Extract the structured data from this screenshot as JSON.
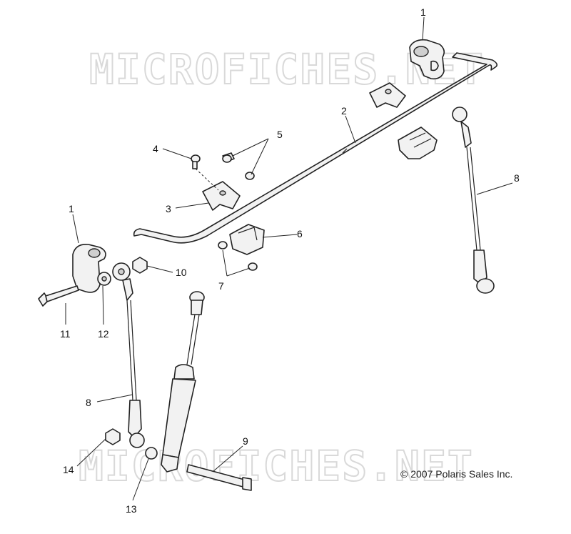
{
  "watermark_text": "MICROFICHES.NET",
  "copyright": "© 2007 Polaris Sales Inc.",
  "callouts": {
    "c1_top": "1",
    "c1_left": "1",
    "c2": "2",
    "c3": "3",
    "c4": "4",
    "c5": "5",
    "c6": "6",
    "c7": "7",
    "c8_right": "8",
    "c8_left": "8",
    "c9": "9",
    "c10": "10",
    "c11": "11",
    "c12": "12",
    "c13": "13",
    "c14": "14"
  }
}
